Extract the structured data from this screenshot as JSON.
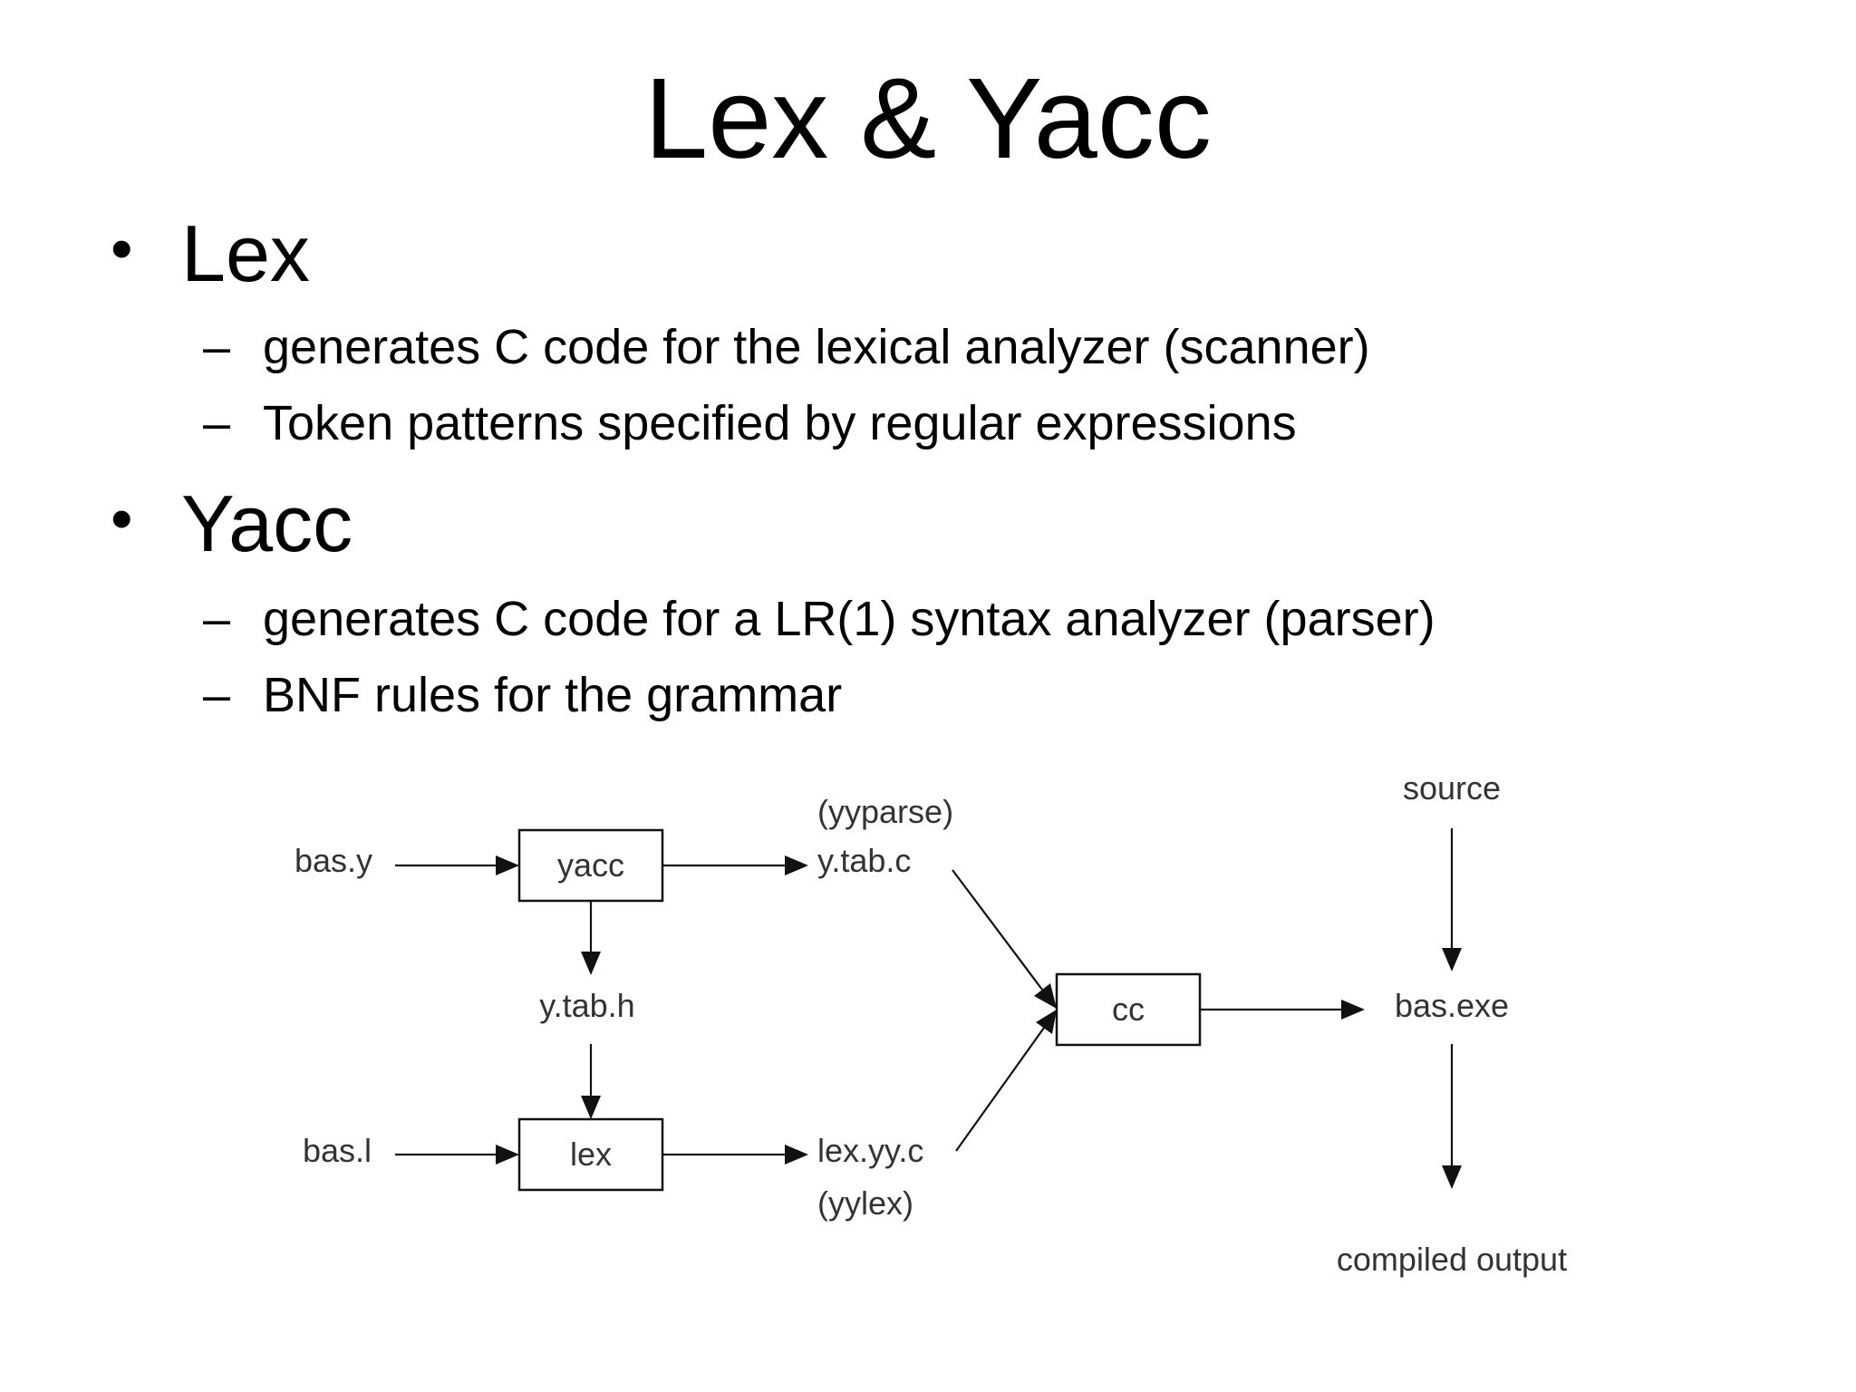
{
  "slide": {
    "title": "Lex & Yacc",
    "bullets": [
      {
        "label": "Lex",
        "subitems": [
          "generates C code for the lexical analyzer (scanner)",
          "Token patterns specified by regular expressions"
        ]
      },
      {
        "label": "Yacc",
        "subitems": [
          "generates C code for a LR(1) syntax analyzer (parser)",
          "BNF rules for the grammar"
        ]
      }
    ],
    "bullet_glyph": "•",
    "sub_glyph": "–"
  },
  "diagram": {
    "nodes": {
      "bas_y": "bas.y",
      "yacc": "yacc",
      "y_tab_c": "y.tab.c",
      "yyparse_open": "(",
      "yyparse": "yyparse",
      "yyparse_close": ")",
      "y_tab_h": "y.tab.h",
      "bas_l": "bas.l",
      "lex": "lex",
      "lex_yy_c": "lex.yy.c",
      "yylex_open": "(",
      "yylex": "yylex",
      "yylex_close": ")",
      "cc": "cc",
      "source": "source",
      "bas_exe": "bas.exe",
      "compiled_output": "compiled output"
    },
    "edges": [
      {
        "from": "bas.y",
        "to": "yacc"
      },
      {
        "from": "yacc",
        "to": "y.tab.c"
      },
      {
        "from": "yacc",
        "to": "y.tab.h"
      },
      {
        "from": "y.tab.h",
        "to": "lex"
      },
      {
        "from": "bas.l",
        "to": "lex"
      },
      {
        "from": "lex",
        "to": "lex.yy.c"
      },
      {
        "from": "y.tab.c",
        "to": "cc"
      },
      {
        "from": "lex.yy.c",
        "to": "cc"
      },
      {
        "from": "cc",
        "to": "bas.exe"
      },
      {
        "from": "source",
        "to": "bas.exe"
      },
      {
        "from": "bas.exe",
        "to": "compiled output"
      }
    ]
  }
}
